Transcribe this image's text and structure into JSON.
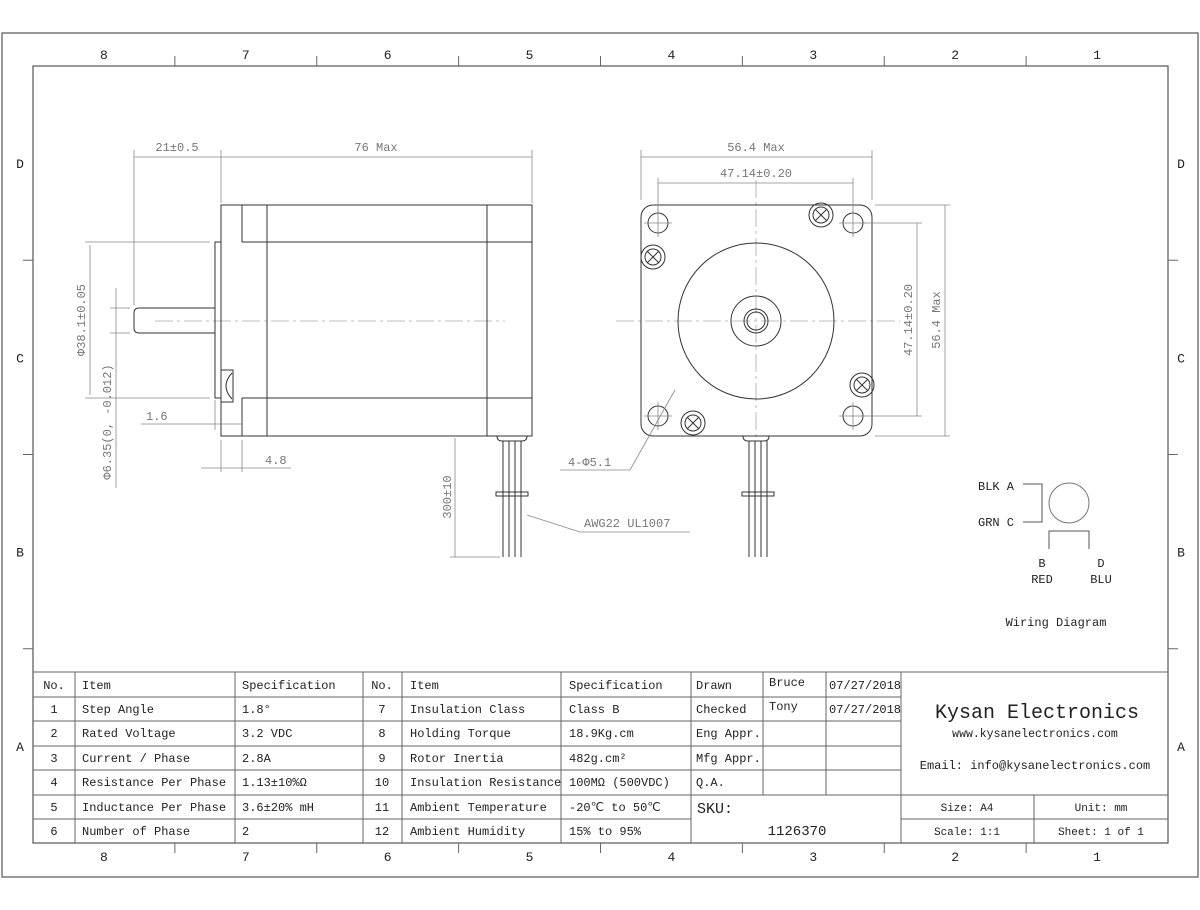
{
  "zones": {
    "columns": [
      "8",
      "7",
      "6",
      "5",
      "4",
      "3",
      "2",
      "1"
    ],
    "rows": [
      "D",
      "C",
      "B",
      "A"
    ]
  },
  "side_view": {
    "dim_shaft_length": "21±0.5",
    "dim_body_length": "76 Max",
    "dim_pilot_dia": "Φ38.1±0.05",
    "dim_shaft_dia": "Φ6.35(0, -0.012)",
    "dim_pilot_depth": "1.6",
    "dim_flange": "4.8",
    "dim_lead_length": "300±10"
  },
  "front_view": {
    "dim_width": "56.4 Max",
    "dim_hole_spacing_h": "47.14±0.20",
    "dim_hole_spacing_v": "47.14±0.20",
    "dim_height": "56.4 Max",
    "dim_holes": "4-Φ5.1",
    "wire_label": "AWG22 UL1007"
  },
  "wiring": {
    "title": "Wiring Diagram",
    "a": "BLK A",
    "c": "GRN C",
    "b": "B",
    "b_color": "RED",
    "d": "D",
    "d_color": "BLU"
  },
  "spec_table": {
    "headers": {
      "no": "No.",
      "item": "Item",
      "spec": "Specification"
    },
    "rows_left": [
      {
        "no": "1",
        "item": "Step Angle",
        "spec": "1.8°"
      },
      {
        "no": "2",
        "item": "Rated Voltage",
        "spec": "3.2 VDC"
      },
      {
        "no": "3",
        "item": "Current / Phase",
        "spec": "2.8A"
      },
      {
        "no": "4",
        "item": "Resistance Per Phase",
        "spec": "1.13±10%Ω"
      },
      {
        "no": "5",
        "item": "Inductance Per Phase",
        "spec": "3.6±20% mH"
      },
      {
        "no": "6",
        "item": "Number of Phase",
        "spec": "2"
      }
    ],
    "rows_right": [
      {
        "no": "7",
        "item": "Insulation Class",
        "spec": "Class B"
      },
      {
        "no": "8",
        "item": "Holding Torque",
        "spec": "18.9Kg.cm"
      },
      {
        "no": "9",
        "item": "Rotor Inertia",
        "spec": "482g.cm²"
      },
      {
        "no": "10",
        "item": "Insulation Resistance",
        "spec": "100MΩ (500VDC)"
      },
      {
        "no": "11",
        "item": "Ambient Temperature",
        "spec": "-20℃ to 50℃"
      },
      {
        "no": "12",
        "item": "Ambient Humidity",
        "spec": "15% to 95%"
      }
    ]
  },
  "approvals": [
    {
      "role": "Drawn",
      "name": "Bruce",
      "date": "07/27/2018"
    },
    {
      "role": "Checked",
      "name": "Tony",
      "date": "07/27/2018"
    },
    {
      "role": "Eng Appr.",
      "name": "",
      "date": ""
    },
    {
      "role": "Mfg Appr.",
      "name": "",
      "date": ""
    },
    {
      "role": "Q.A.",
      "name": "",
      "date": ""
    }
  ],
  "title_block": {
    "company": "Kysan Electronics",
    "website": "www.kysanelectronics.com",
    "email": "Email: info@kysanelectronics.com",
    "sku_label": "SKU:",
    "sku": "1126370",
    "size": "Size: A4",
    "unit": "Unit: mm",
    "scale": "Scale: 1:1",
    "sheet": "Sheet: 1 of 1"
  }
}
